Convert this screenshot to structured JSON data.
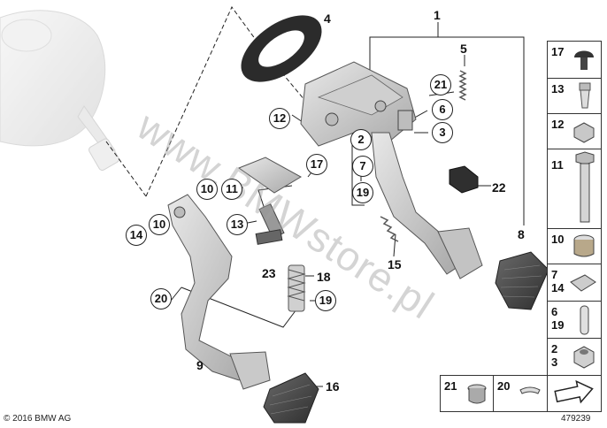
{
  "callouts": {
    "c1": "1",
    "c4": "4",
    "c5": "5",
    "c21a": "21",
    "c6": "6",
    "c3": "3",
    "c2": "2",
    "c7": "7",
    "c12": "12",
    "c17": "17",
    "c19a": "19",
    "c22": "22",
    "c10a": "10",
    "c11": "11",
    "c13": "13",
    "c14": "14",
    "c10b": "10",
    "c15": "15",
    "c8": "8",
    "c23": "23",
    "c18": "18",
    "c20": "20",
    "c19b": "19",
    "c9": "9",
    "c16": "16"
  },
  "parts_table": {
    "rows": [
      "17",
      "13",
      "12",
      "11",
      "10",
      "7\n14",
      "6\n19",
      "2\n3"
    ],
    "bottom": [
      "21",
      "20"
    ]
  },
  "watermark": "www.BMWstore.pl",
  "footer": {
    "copyright": "© 2016 BMW AG",
    "diagram_id": "479239"
  }
}
